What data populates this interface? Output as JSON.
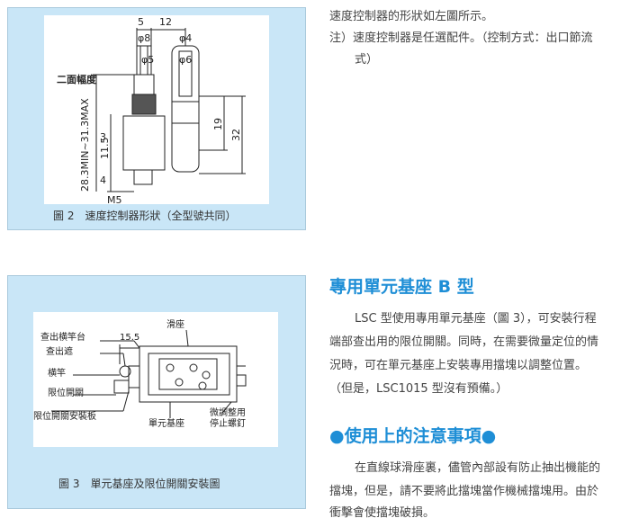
{
  "figure2": {
    "caption": "圖 2　速度控制器形狀（全型號共同）",
    "dims": {
      "d5": "5",
      "d12": "12",
      "phi8": "φ8",
      "phi4": "φ4",
      "phi5": "φ5",
      "phi6": "φ6",
      "width_label": "二面幅度",
      "range": "28.3MIN~31.3MAX",
      "d11_5": "11.5",
      "d3": "3",
      "d4": "4",
      "m5": "M5",
      "d19": "19",
      "d32": "32"
    }
  },
  "figure3": {
    "caption": "圖 3　單元基座及限位開關安裝圖",
    "labels": {
      "rail_check": "查出横竿台",
      "dim_155": "15.5",
      "slider": "滑座",
      "check_block": "查出遮",
      "rod": "横竿",
      "limit_switch": "限位開關",
      "switch_mount": "限位開關安裝板",
      "unit_base": "單元基座",
      "fine_adjust_1": "微調整用",
      "fine_adjust_2": "停止螺釘"
    }
  },
  "text_top": {
    "line1": "速度控制器的形狀如左圖所示。",
    "note_line1": "注）速度控制器是任選配件。（控制方式：出口節流",
    "note_line2": "式）"
  },
  "section1": {
    "heading": "專用單元基座 B 型",
    "para_line1": "LSC 型使用專用單元基座（圖 3），可安裝行程",
    "para_line2": "端部查出用的限位開關。同時，在需要微量定位的情",
    "para_line3": "況時，可在單元基座上安裝專用擋塊以調整位置。",
    "para_line4": "（但是，LSC1015 型沒有預備。）"
  },
  "section2": {
    "heading_prefix": "●",
    "heading": "使用上的注意事項",
    "heading_suffix": "●",
    "para_line1": "在直線球滑座裏，儘管內部設有防止抽出機能的",
    "para_line2": "擋塊，但是，請不要將此擋塊當作機械擋塊用。由於",
    "para_line3": "衝擊會使擋塊破損。"
  }
}
